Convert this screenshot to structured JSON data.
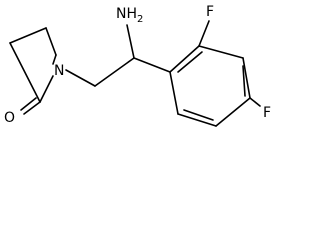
{
  "molecule": {
    "atoms": {
      "ring_nitrogen": "N",
      "carbonyl_oxygen": "O",
      "amine": {
        "symbol": "NH",
        "subscript": "2"
      },
      "fluorine_ortho": "F",
      "fluorine_para": "F"
    },
    "colors": {
      "bond": "#000000",
      "text": "#000000",
      "background": "#ffffff"
    }
  }
}
